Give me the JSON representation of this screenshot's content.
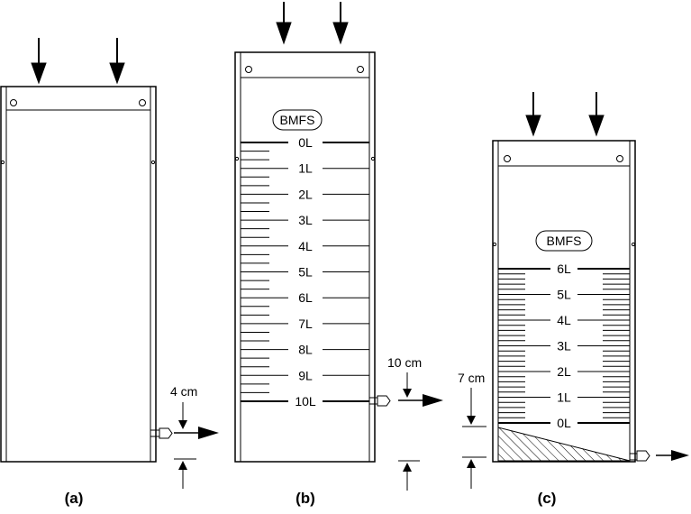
{
  "panels": {
    "a": {
      "label": "(a)",
      "dim_label": "4 cm"
    },
    "b": {
      "label": "(b)",
      "logo": "BMFS",
      "dim_label": "10 cm",
      "scale": [
        "0L",
        "1L",
        "2L",
        "3L",
        "4L",
        "5L",
        "6L",
        "7L",
        "8L",
        "9L",
        "10L"
      ]
    },
    "c": {
      "label": "(c)",
      "logo": "BMFS",
      "dim_label": "7 cm",
      "scale": [
        "0L",
        "1L",
        "2L",
        "3L",
        "4L",
        "5L",
        "6L"
      ]
    }
  },
  "colors": {
    "line": "#000000",
    "background": "#ffffff"
  }
}
